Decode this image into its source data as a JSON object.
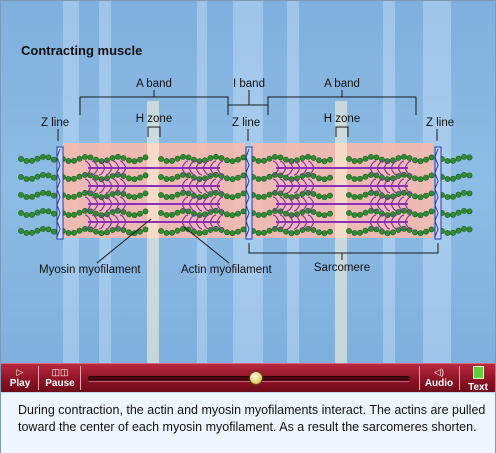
{
  "title": "Contracting muscle",
  "labels": {
    "a_band_left": "A band",
    "i_band": "I band",
    "a_band_right": "A band",
    "z_line_left": "Z line",
    "h_zone_left": "H zone",
    "z_line_middle": "Z line",
    "h_zone_right": "H zone",
    "z_line_right": "Z line",
    "myosin": "Myosin myofilament",
    "actin": "Actin myofilament",
    "sarcomere": "Sarcomere"
  },
  "controls": {
    "play": "Play",
    "pause": "Pause",
    "audio": "Audio",
    "text": "Text",
    "playback_progress": 0.52
  },
  "caption": "During contraction, the actin and myosin myofilaments interact.  The actins are pulled toward the center of each myosin myofilament.  As a result the sarcomeres shorten.",
  "colors": {
    "background": "#8dbce4",
    "a_band_tint": "#f2b9b0",
    "actin": "#2f8d32",
    "myosin": "#8a2fb8",
    "z_line": "#2a3a9c",
    "control_bar": "#8e1326"
  },
  "icons": [
    "play-icon",
    "pause-icon",
    "speaker-icon",
    "text-icon"
  ]
}
